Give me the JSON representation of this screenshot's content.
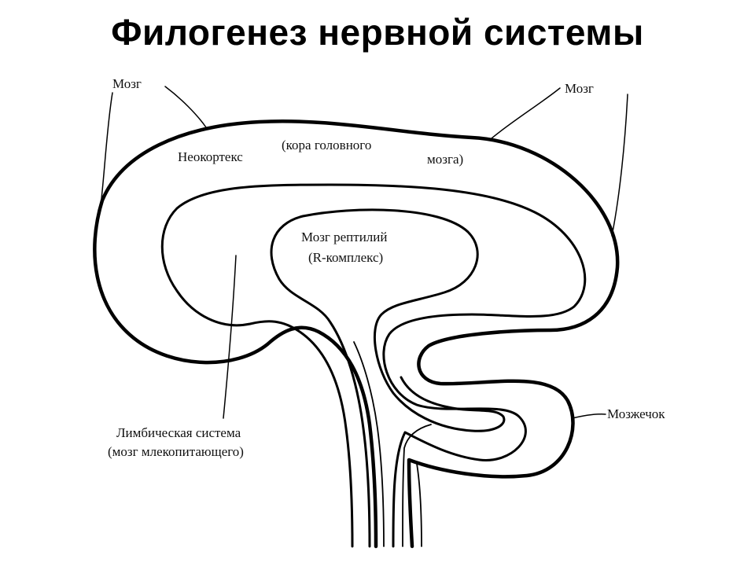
{
  "title": "Филогенез нервной системы",
  "labels": {
    "brain_left": "Мозг",
    "brain_right": "Мозг",
    "neocortex_1": "Неокортекс",
    "neocortex_2": "(кора головного",
    "neocortex_3": "мозга)",
    "reptile_1": "Мозг рептилий",
    "reptile_2": "(R-комплекс)",
    "limbic_1": "Лимбическая система",
    "limbic_2": "(мозг млекопитающего)",
    "cerebellum": "Мозжечок"
  }
}
